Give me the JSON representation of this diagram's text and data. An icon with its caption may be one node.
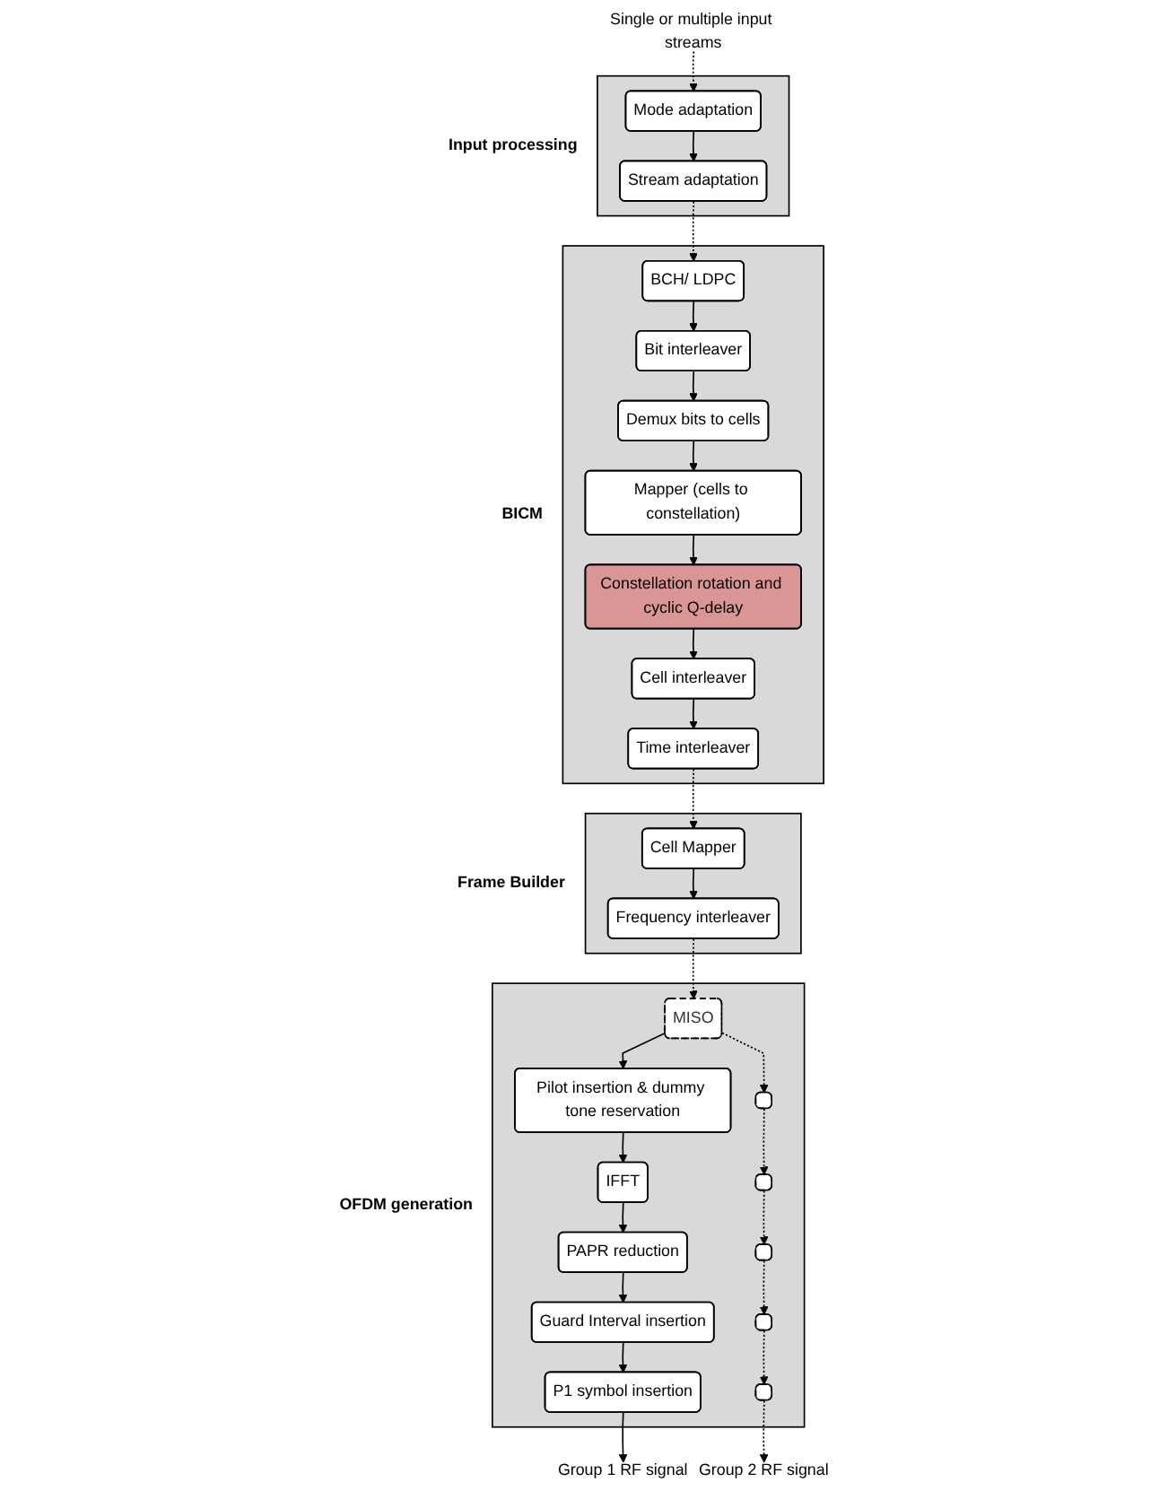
{
  "diagram": {
    "nodes": [
      {
        "text": [
          "Single or multiple input streams"
        ]
      },
      {
        "text": [
          "Input processing"
        ]
      },
      {
        "text": [
          "Mode adaptation"
        ],
        "in": 1
      },
      {
        "text": [
          "Stream adaptation"
        ],
        "in": 1
      },
      {
        "text": [
          "BICM"
        ]
      },
      {
        "text": [
          "BCH/ LDPC"
        ],
        "in": 4
      },
      {
        "text": [
          "Bit interleaver"
        ],
        "in": 4
      },
      {
        "text": [
          "Demux bits to cells"
        ],
        "in": 4
      },
      {
        "text": [
          "Mapper (cells to constellation)"
        ],
        "in": 4
      },
      {
        "text": [
          "Constellation rotation and cyclic Q-delay"
        ],
        "in": 4
      },
      {
        "text": [
          "Cell interleaver"
        ],
        "in": 4
      },
      {
        "text": [
          "Time interleaver"
        ],
        "in": 4
      },
      {
        "text": [
          "Frame Builder"
        ]
      },
      {
        "text": [
          "Cell Mapper"
        ],
        "in": 12
      },
      {
        "text": [
          "Frequency interleaver"
        ],
        "in": 12
      },
      {
        "text": [
          "OFDM generation"
        ]
      },
      {
        "text": [
          "MISO"
        ],
        "in": 15
      },
      {
        "text": [
          "Pilot insertion & dummy tone reservation"
        ],
        "in": 15
      },
      {
        "text": [
          "IFFT"
        ],
        "in": 15
      },
      {
        "text": [
          "PAPR reduction"
        ],
        "in": 15
      },
      {
        "text": [
          "Guard Interval insertion"
        ],
        "in": 15
      },
      {
        "text": [
          "P1 symbol insertion"
        ],
        "in": 15
      },
      {
        "text": [
          "Group 1 RF signal"
        ]
      },
      {
        "text": [
          "Group 2 RF signal"
        ]
      },
      {
        "text": [],
        "shape": "box",
        "in": 15
      },
      {
        "text": [],
        "shape": "box",
        "in": 15
      },
      {
        "text": [],
        "shape": "box",
        "in": 15
      },
      {
        "text": [],
        "shape": "box",
        "in": 15
      },
      {
        "text": [],
        "shape": "box",
        "in": 15
      }
    ],
    "edges": [
      {
        "from": 0,
        "to": 2,
        "arrow": "to",
        "style": "dashed"
      },
      {
        "from": 2,
        "to": 3,
        "arrow": "to"
      },
      {
        "from": 3,
        "to": 5,
        "arrow": "to",
        "style": "dashed"
      },
      {
        "from": 5,
        "to": 6,
        "arrow": "to"
      },
      {
        "from": 6,
        "to": 7,
        "arrow": "to"
      },
      {
        "from": 7,
        "to": 8,
        "arrow": "to"
      },
      {
        "from": 8,
        "to": 9,
        "arrow": "to"
      },
      {
        "from": 9,
        "to": 10,
        "arrow": "to"
      },
      {
        "from": 10,
        "to": 11,
        "arrow": "to"
      },
      {
        "from": 11,
        "to": 13,
        "arrow": "to",
        "style": "dashed"
      },
      {
        "from": 13,
        "to": 14,
        "arrow": "to"
      },
      {
        "from": 14,
        "to": 16,
        "arrow": "to",
        "style": "dashed"
      },
      {
        "from": 16,
        "to": 17,
        "arrow": "to"
      },
      {
        "from": 17,
        "to": 18,
        "arrow": "to"
      },
      {
        "from": 18,
        "to": 19,
        "arrow": "to"
      },
      {
        "from": 19,
        "to": 20,
        "arrow": "to"
      },
      {
        "from": 20,
        "to": 21,
        "arrow": "to"
      },
      {
        "from": 21,
        "to": 22,
        "arrow": "to"
      },
      {
        "from": 16,
        "to": 24,
        "arrow": "to",
        "style": "dashed"
      },
      {
        "from": 24,
        "to": 25,
        "arrow": "to",
        "style": "dashed"
      },
      {
        "from": 25,
        "to": 26,
        "arrow": "to",
        "style": "dashed"
      },
      {
        "from": 26,
        "to": 27,
        "arrow": "to",
        "style": "dashed"
      },
      {
        "from": 27,
        "to": 28,
        "arrow": "to",
        "style": "dashed"
      },
      {
        "from": 28,
        "to": 23,
        "arrow": "to",
        "style": "dashed"
      }
    ]
  }
}
